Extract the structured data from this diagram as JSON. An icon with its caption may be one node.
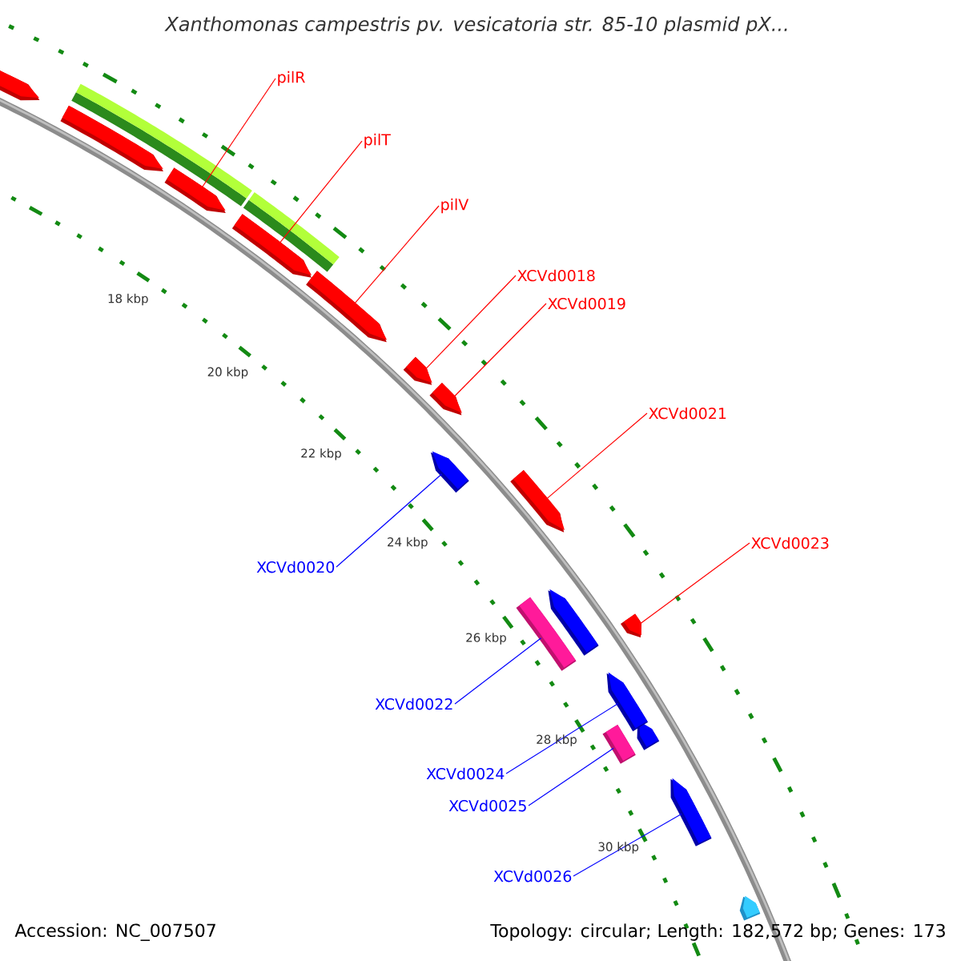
{
  "diagram": {
    "title": "Xanthomonas campestris pv. vesicatoria str. 85-10 plasmid pX...",
    "nodes": [
      {
        "text": [
          "pilR"
        ]
      },
      {
        "text": [],
        "shape": "arrow"
      },
      {
        "text": [
          "pilT"
        ]
      },
      {
        "text": [],
        "shape": "arrow"
      },
      {
        "text": [
          "pilV"
        ]
      },
      {
        "text": [],
        "shape": "arrow"
      },
      {
        "text": [
          "XCVd0018"
        ]
      },
      {
        "text": [],
        "shape": "arrow"
      },
      {
        "text": [
          "XCVd0019"
        ]
      },
      {
        "text": [],
        "shape": "arrow"
      },
      {
        "text": [
          "XCVd0021"
        ]
      },
      {
        "text": [],
        "shape": "arrow"
      },
      {
        "text": [
          "XCVd0023"
        ]
      },
      {
        "text": [],
        "shape": "arrow"
      },
      {
        "text": [
          "XCVd0020"
        ]
      },
      {
        "text": [],
        "shape": "arrow"
      },
      {
        "text": [
          "XCVd0022"
        ]
      },
      {
        "text": [],
        "shape": "bar"
      },
      {
        "text": [
          "XCVd0024"
        ]
      },
      {
        "text": [],
        "shape": "arrow"
      },
      {
        "text": [
          "XCVd0025"
        ]
      },
      {
        "text": [],
        "shape": "bar"
      },
      {
        "text": [
          "XCVd0026"
        ]
      },
      {
        "text": [],
        "shape": "arrow"
      }
    ],
    "edges": [
      {
        "from": 0,
        "to": 1,
        "arrow": "none"
      },
      {
        "from": 2,
        "to": 3,
        "arrow": "none"
      },
      {
        "from": 4,
        "to": 5,
        "arrow": "none"
      },
      {
        "from": 6,
        "to": 7,
        "arrow": "none"
      },
      {
        "from": 8,
        "to": 9,
        "arrow": "none"
      },
      {
        "from": 10,
        "to": 11,
        "arrow": "none"
      },
      {
        "from": 12,
        "to": 13,
        "arrow": "none"
      },
      {
        "from": 14,
        "to": 15,
        "arrow": "none",
        "color": "#0000ff"
      },
      {
        "from": 16,
        "to": 17,
        "arrow": "none",
        "color": "#0000ff"
      },
      {
        "from": 18,
        "to": 19,
        "arrow": "none",
        "color": "#0000ff"
      },
      {
        "from": 20,
        "to": 21,
        "arrow": "none",
        "color": "#0000ff"
      },
      {
        "from": 22,
        "to": 23,
        "arrow": "none",
        "color": "#0000ff"
      }
    ],
    "labels": [
      "18 kbp",
      "20 kbp",
      "22 kbp",
      "24 kbp",
      "26 kbp",
      "28 kbp",
      "30 kbp",
      "Accession: NC_007507",
      "Topology: circular; Length: 182,572 bp; Genes: 173"
    ]
  }
}
